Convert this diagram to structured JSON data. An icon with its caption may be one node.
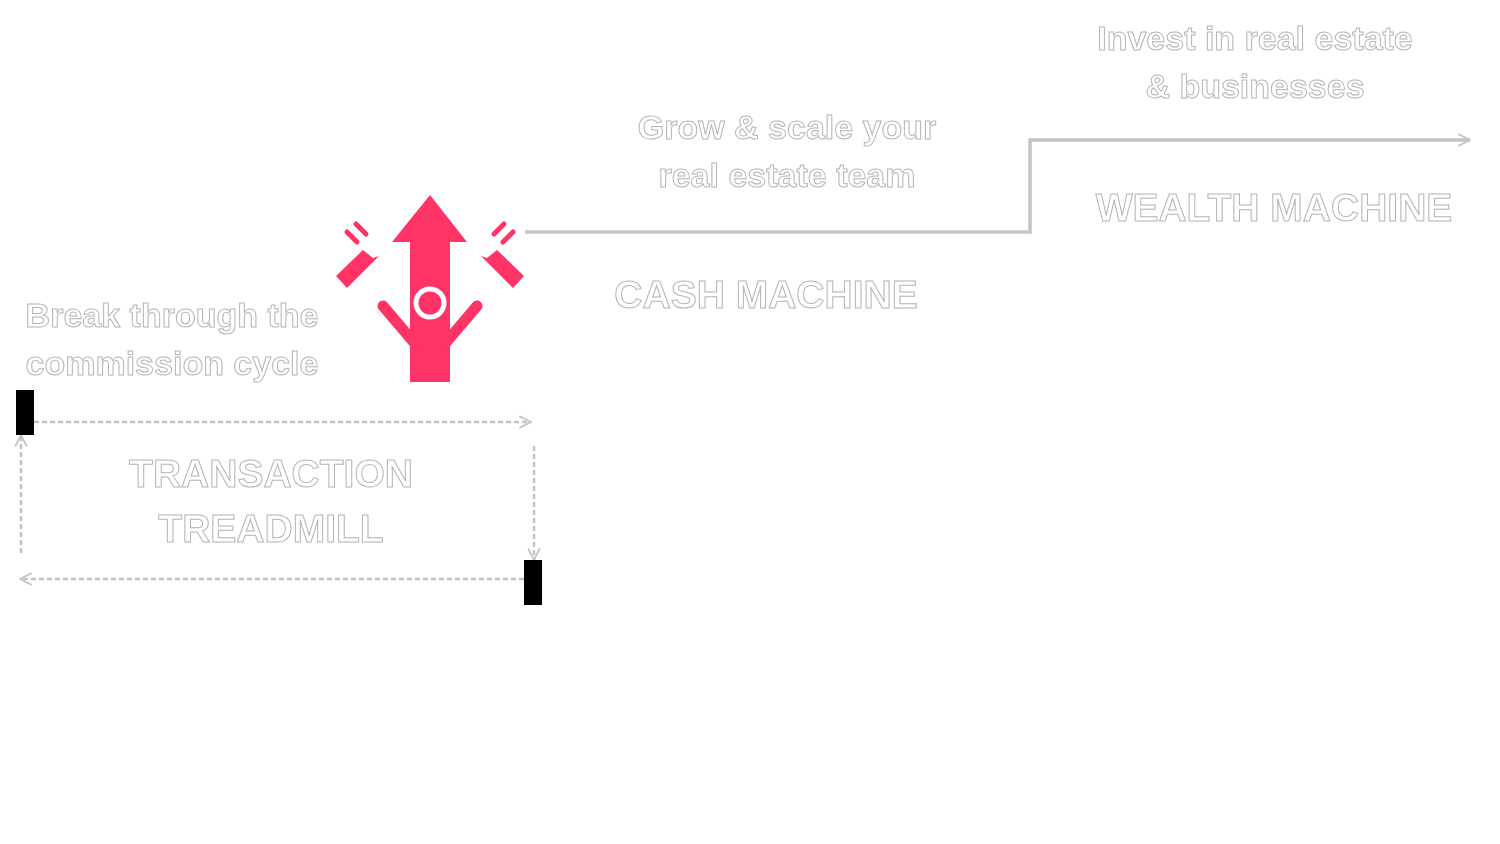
{
  "diagram": {
    "nodes": [
      {
        "text": [],
        "shape": "picture"
      },
      {
        "text": [],
        "shape": "box"
      },
      {
        "text": [],
        "shape": "box"
      }
    ],
    "edges": [
      {
        "from": 0,
        "to": null,
        "arrow": "to"
      },
      {
        "from": 1,
        "to": null,
        "arrow": "to",
        "style": "dashed"
      },
      {
        "from": null,
        "to": 2,
        "arrow": "to",
        "style": "dashed"
      },
      {
        "from": 2,
        "to": null,
        "arrow": "to",
        "style": "dashed"
      },
      {
        "from": null,
        "to": 1,
        "arrow": "to",
        "style": "dashed"
      }
    ],
    "labels": [
      "Invest in real estate & businesses",
      "Grow & scale your real estate team",
      "WEALTH MACHINE",
      "CASH MACHINE",
      "Break through the commission cycle",
      "TRANSACTION TREADMILL"
    ]
  }
}
